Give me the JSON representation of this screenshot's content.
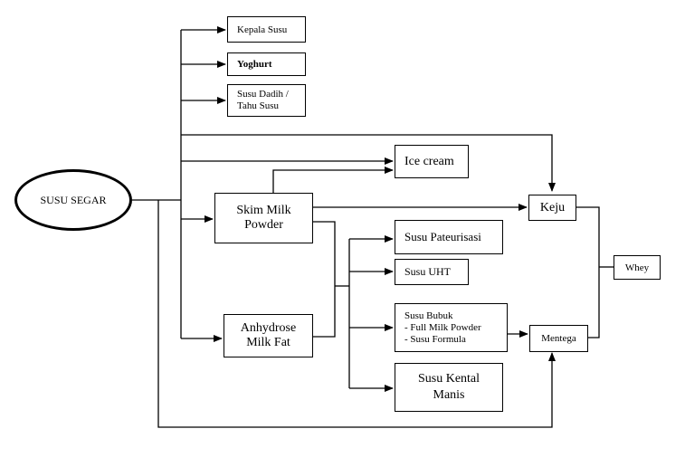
{
  "nodes": {
    "susu_segar": "SUSU SEGAR",
    "kepala_susu": "Kepala Susu",
    "yoghurt": "Yoghurt",
    "susu_dadih_l1": "Susu Dadih /",
    "susu_dadih_l2": "Tahu Susu",
    "ice_cream": "Ice cream",
    "skim_l1": "Skim Milk",
    "skim_l2": "Powder",
    "keju": "Keju",
    "whey": "Whey",
    "pasteurisasi": "Susu Pateurisasi",
    "uht": "Susu UHT",
    "bubuk_l1": "Susu Bubuk",
    "bubuk_l2": "- Full Milk Powder",
    "bubuk_l3": "- Susu Formula",
    "mentega": "Mentega",
    "amf_l1": "Anhydrose",
    "amf_l2": "Milk Fat",
    "kental_l1": "Susu Kental",
    "kental_l2": "Manis"
  }
}
